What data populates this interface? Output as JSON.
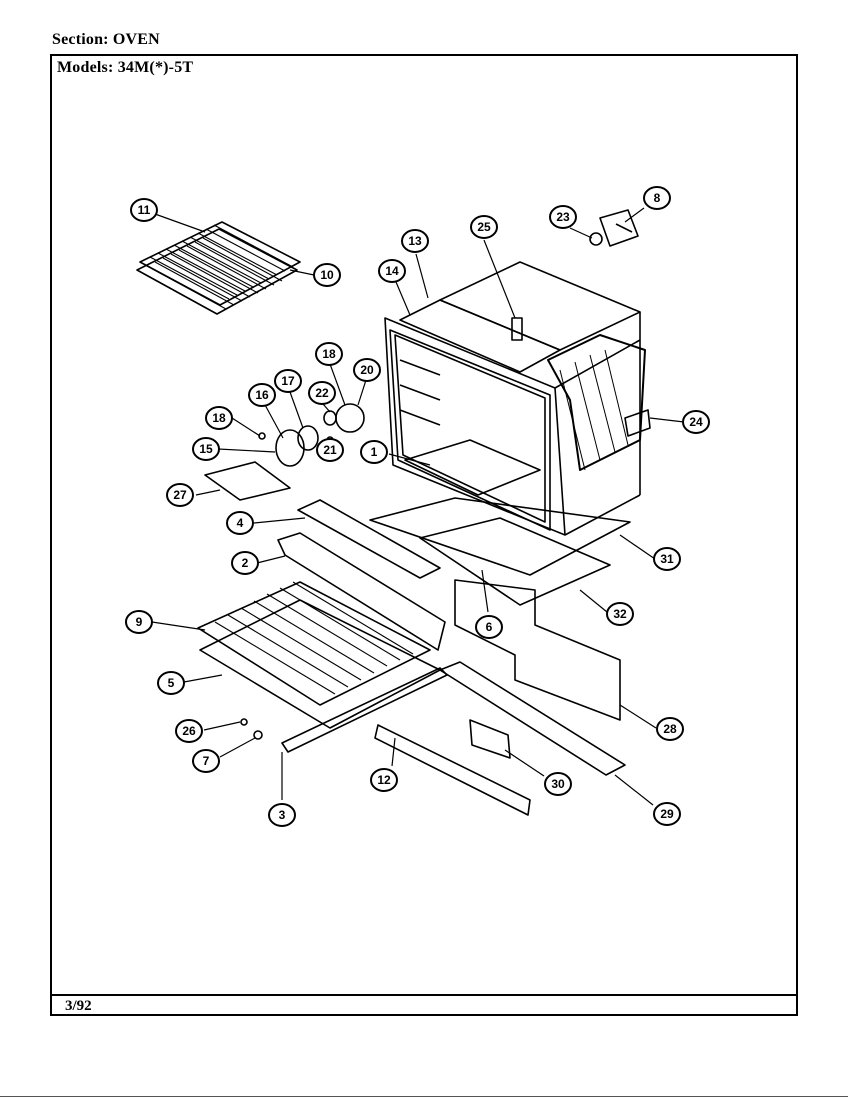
{
  "header": {
    "section_label": "Section:",
    "section_value": "OVEN",
    "models_label": "Models:",
    "models_value": "34M(*)-5T"
  },
  "footer": {
    "date": "3/92"
  },
  "callouts": [
    {
      "id": "1",
      "label": "1"
    },
    {
      "id": "2",
      "label": "2"
    },
    {
      "id": "3",
      "label": "3"
    },
    {
      "id": "4",
      "label": "4"
    },
    {
      "id": "5",
      "label": "5"
    },
    {
      "id": "6",
      "label": "6"
    },
    {
      "id": "7",
      "label": "7"
    },
    {
      "id": "8",
      "label": "8"
    },
    {
      "id": "9",
      "label": "9"
    },
    {
      "id": "10",
      "label": "10"
    },
    {
      "id": "11",
      "label": "11"
    },
    {
      "id": "12",
      "label": "12"
    },
    {
      "id": "13",
      "label": "13"
    },
    {
      "id": "14",
      "label": "14"
    },
    {
      "id": "15",
      "label": "15"
    },
    {
      "id": "16",
      "label": "16"
    },
    {
      "id": "17",
      "label": "17"
    },
    {
      "id": "18a",
      "label": "18"
    },
    {
      "id": "18b",
      "label": "18"
    },
    {
      "id": "20",
      "label": "20"
    },
    {
      "id": "21",
      "label": "21"
    },
    {
      "id": "22",
      "label": "22"
    },
    {
      "id": "23",
      "label": "23"
    },
    {
      "id": "24",
      "label": "24"
    },
    {
      "id": "25",
      "label": "25"
    },
    {
      "id": "26",
      "label": "26"
    },
    {
      "id": "27",
      "label": "27"
    },
    {
      "id": "28",
      "label": "28"
    },
    {
      "id": "29",
      "label": "29"
    },
    {
      "id": "30",
      "label": "30"
    },
    {
      "id": "31",
      "label": "31"
    },
    {
      "id": "32",
      "label": "32"
    }
  ]
}
